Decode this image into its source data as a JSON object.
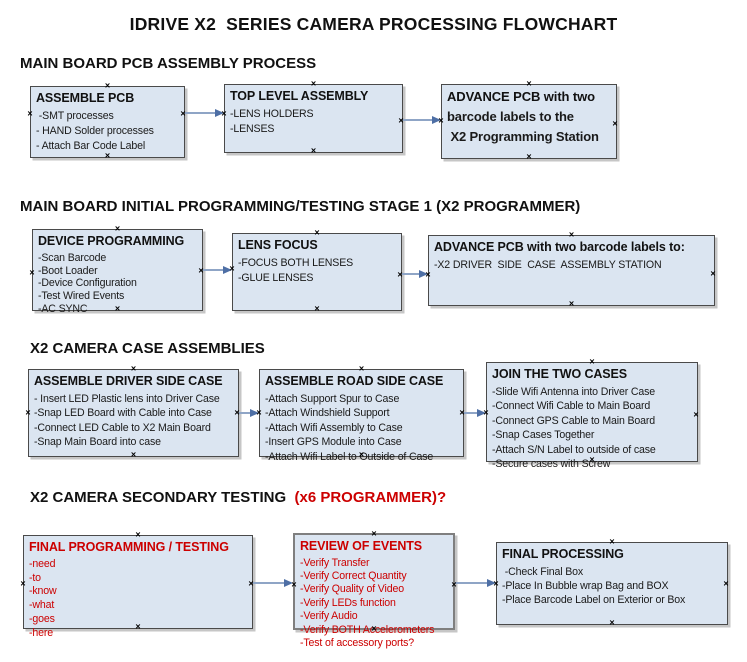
{
  "page_title": "IDRIVE X2  SERIES CAMERA PROCESSING FLOWCHART",
  "colors": {
    "box_fill": "#dbe5f1",
    "box_border": "#4a4a4a",
    "red_accent": "#cc0000",
    "arrow_line": "#8fa5c6",
    "arrow_head": "#4e6fa5"
  },
  "sections": [
    {
      "heading": "MAIN BOARD PCB ASSEMBLY PROCESS",
      "heading_red": "",
      "boxes": [
        {
          "id": "assemble-pcb",
          "title": "ASSEMBLE PCB",
          "items": [
            " -SMT processes",
            "- HAND Solder processes",
            "- Attach Bar Code Label"
          ]
        },
        {
          "id": "top-level-assembly",
          "title": "TOP LEVEL ASSEMBLY",
          "items": [
            "-LENS HOLDERS",
            "-LENSES"
          ]
        },
        {
          "id": "advance-pcb-to-programming",
          "title": "ADVANCE PCB with two",
          "items": [
            "barcode labels to the",
            " X2 Programming Station"
          ],
          "items_bold": true
        }
      ]
    },
    {
      "heading": "MAIN BOARD INITIAL PROGRAMMING/TESTING STAGE 1 (X2 PROGRAMMER)",
      "heading_red": "",
      "boxes": [
        {
          "id": "device-programming",
          "title": "DEVICE PROGRAMMING",
          "items": [
            "-Scan Barcode",
            "-Boot Loader",
            "-Device Configuration",
            "-Test Wired Events",
            "-AC SYNC"
          ]
        },
        {
          "id": "lens-focus",
          "title": "LENS FOCUS",
          "items": [
            "-FOCUS BOTH LENSES",
            "-GLUE LENSES"
          ]
        },
        {
          "id": "advance-pcb-to-case-station",
          "title": "ADVANCE PCB with two barcode labels to:",
          "items": [
            "-X2 DRIVER  SIDE  CASE  ASSEMBLY STATION"
          ]
        }
      ]
    },
    {
      "heading": "X2 CAMERA CASE ASSEMBLIES",
      "heading_red": "",
      "boxes": [
        {
          "id": "assemble-driver-side-case",
          "title": "ASSEMBLE DRIVER SIDE CASE",
          "items": [
            "- Insert LED Plastic lens into Driver Case",
            "-Snap LED Board with Cable into Case",
            "-Connect LED Cable to X2 Main Board",
            "-Snap Main Board into case"
          ]
        },
        {
          "id": "assemble-road-side-case",
          "title": "ASSEMBLE ROAD SIDE CASE",
          "items": [
            "-Attach Support Spur to Case",
            "-Attach Windshield Support",
            "-Attach Wifi Assembly to Case",
            "-Insert GPS Module into Case",
            "-Attach Wifi Label to Outside of Case"
          ]
        },
        {
          "id": "join-the-two-cases",
          "title": "JOIN THE TWO CASES",
          "items": [
            "-Slide Wifi Antenna into Driver Case",
            "-Connect Wifi Cable to Main Board",
            "-Connect GPS Cable to Main Board",
            "-Snap Cases Together",
            "-Attach S/N Label to outside of case",
            "-Secure cases with Screw"
          ]
        }
      ]
    },
    {
      "heading": "X2 CAMERA SECONDARY TESTING  ",
      "heading_red": "(x6 PROGRAMMER)?",
      "boxes": [
        {
          "id": "final-programming-testing",
          "title": "FINAL PROGRAMMING / TESTING",
          "red": true,
          "items": [
            "-need",
            "-to",
            "-know",
            "-what",
            "-goes",
            "-here"
          ]
        },
        {
          "id": "review-of-events",
          "title": "REVIEW OF EVENTS",
          "red": true,
          "items": [
            "-Verify Transfer",
            "-Verify Correct Quantity",
            "-Verify Quality of Video",
            "-Verify LEDs function",
            "-Verify Audio",
            "-Verify BOTH Accelerometers",
            "-Test of accessory ports?"
          ]
        },
        {
          "id": "final-processing",
          "title": "FINAL PROCESSING",
          "items": [
            " -Check Final Box",
            "-Place In Bubble wrap Bag and BOX",
            "-Place Barcode Label on Exterior or Box"
          ]
        }
      ]
    }
  ]
}
